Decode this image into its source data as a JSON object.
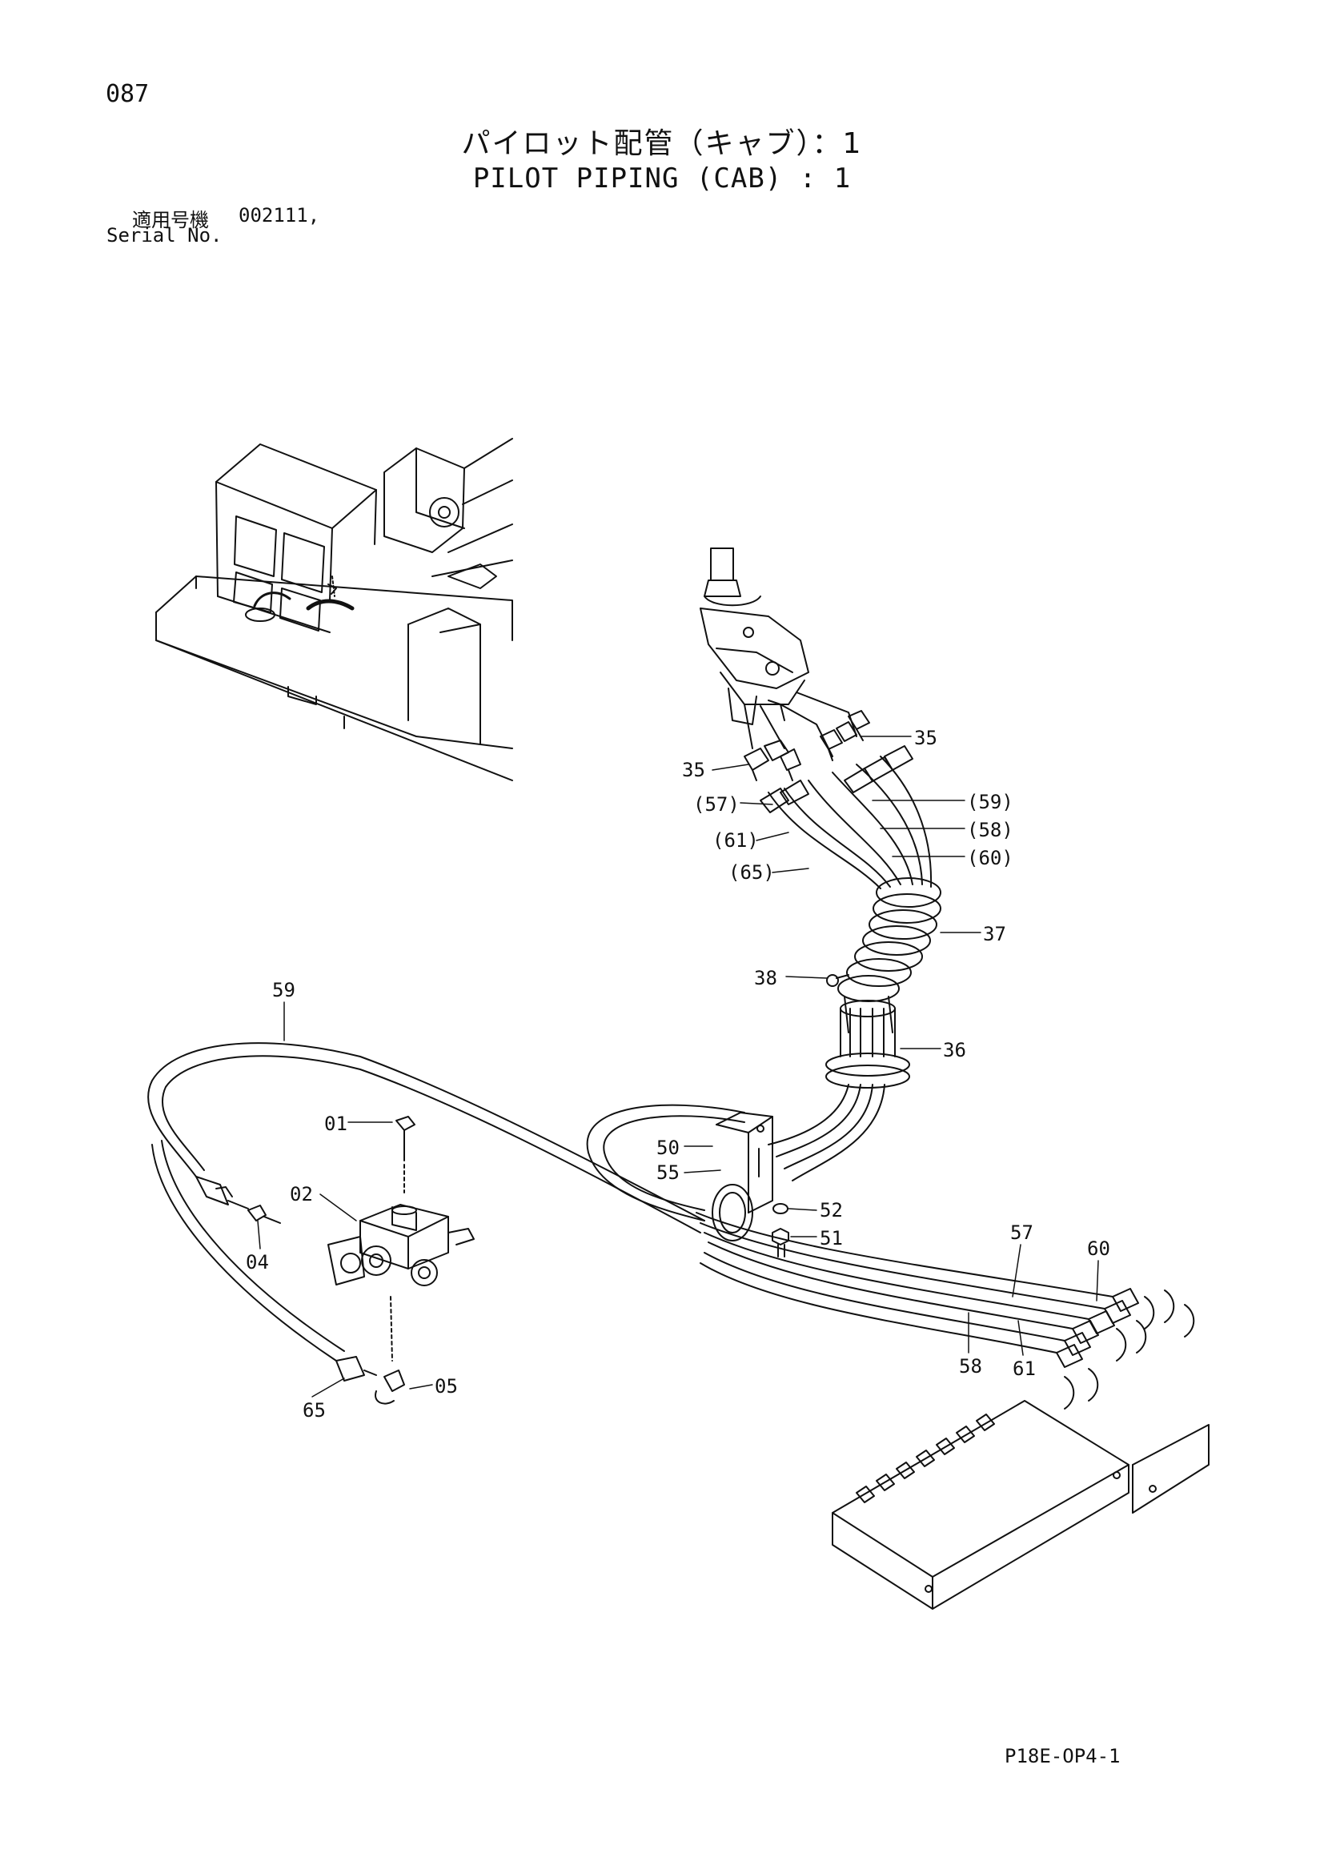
{
  "header": {
    "page_number": "087",
    "title_jp": "パイロット配管（キャブ）：1",
    "title_en": "PILOT PIPING (CAB) : 1",
    "serial_label_jp": "適用号機",
    "serial_value": "002111,",
    "serial_label_en": "Serial No."
  },
  "footer": {
    "page_code": "P18E-OP4-1"
  },
  "callouts": [
    {
      "id": "c35a",
      "label": "35"
    },
    {
      "id": "c35b",
      "label": "35"
    },
    {
      "id": "c57p",
      "label": "(57)"
    },
    {
      "id": "c61p",
      "label": "(61)"
    },
    {
      "id": "c65p",
      "label": "(65)"
    },
    {
      "id": "c59p",
      "label": "(59)"
    },
    {
      "id": "c58p",
      "label": "(58)"
    },
    {
      "id": "c60p",
      "label": "(60)"
    },
    {
      "id": "c37",
      "label": "37"
    },
    {
      "id": "c38",
      "label": "38"
    },
    {
      "id": "c36",
      "label": "36"
    },
    {
      "id": "c59",
      "label": "59"
    },
    {
      "id": "c01",
      "label": "01"
    },
    {
      "id": "c02",
      "label": "02"
    },
    {
      "id": "c04",
      "label": "04"
    },
    {
      "id": "c05",
      "label": "05"
    },
    {
      "id": "c65",
      "label": "65"
    },
    {
      "id": "c50",
      "label": "50"
    },
    {
      "id": "c55",
      "label": "55"
    },
    {
      "id": "c52",
      "label": "52"
    },
    {
      "id": "c51",
      "label": "51"
    },
    {
      "id": "c57",
      "label": "57"
    },
    {
      "id": "c60",
      "label": "60"
    },
    {
      "id": "c58",
      "label": "58"
    },
    {
      "id": "c61",
      "label": "61"
    }
  ]
}
